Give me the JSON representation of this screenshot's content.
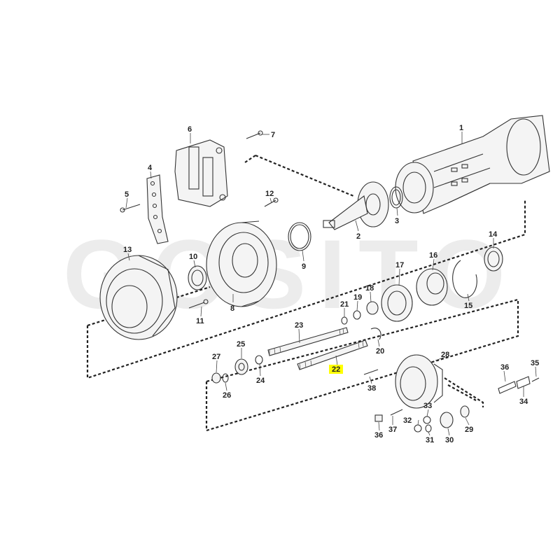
{
  "watermark": "GOSITO",
  "highlight_color": "#ffff00",
  "callouts": [
    {
      "id": "1",
      "label": "1"
    },
    {
      "id": "2",
      "label": "2"
    },
    {
      "id": "3",
      "label": "3"
    },
    {
      "id": "4",
      "label": "4"
    },
    {
      "id": "5",
      "label": "5"
    },
    {
      "id": "6",
      "label": "6"
    },
    {
      "id": "7",
      "label": "7"
    },
    {
      "id": "8",
      "label": "8"
    },
    {
      "id": "9",
      "label": "9"
    },
    {
      "id": "10",
      "label": "10"
    },
    {
      "id": "11",
      "label": "11"
    },
    {
      "id": "12",
      "label": "12"
    },
    {
      "id": "13",
      "label": "13"
    },
    {
      "id": "14",
      "label": "14"
    },
    {
      "id": "15",
      "label": "15"
    },
    {
      "id": "16",
      "label": "16"
    },
    {
      "id": "17",
      "label": "17"
    },
    {
      "id": "18",
      "label": "18"
    },
    {
      "id": "19",
      "label": "19"
    },
    {
      "id": "20",
      "label": "20"
    },
    {
      "id": "21",
      "label": "21"
    },
    {
      "id": "22",
      "label": "22",
      "highlighted": true
    },
    {
      "id": "23",
      "label": "23"
    },
    {
      "id": "24",
      "label": "24"
    },
    {
      "id": "25",
      "label": "25"
    },
    {
      "id": "26",
      "label": "26"
    },
    {
      "id": "27",
      "label": "27"
    },
    {
      "id": "28",
      "label": "28"
    },
    {
      "id": "29",
      "label": "29"
    },
    {
      "id": "30",
      "label": "30"
    },
    {
      "id": "31",
      "label": "31"
    },
    {
      "id": "32",
      "label": "32"
    },
    {
      "id": "33",
      "label": "33"
    },
    {
      "id": "34",
      "label": "34"
    },
    {
      "id": "35",
      "label": "35"
    },
    {
      "id": "36",
      "label": "36"
    },
    {
      "id": "37",
      "label": "37"
    },
    {
      "id": "38",
      "label": "38"
    }
  ]
}
